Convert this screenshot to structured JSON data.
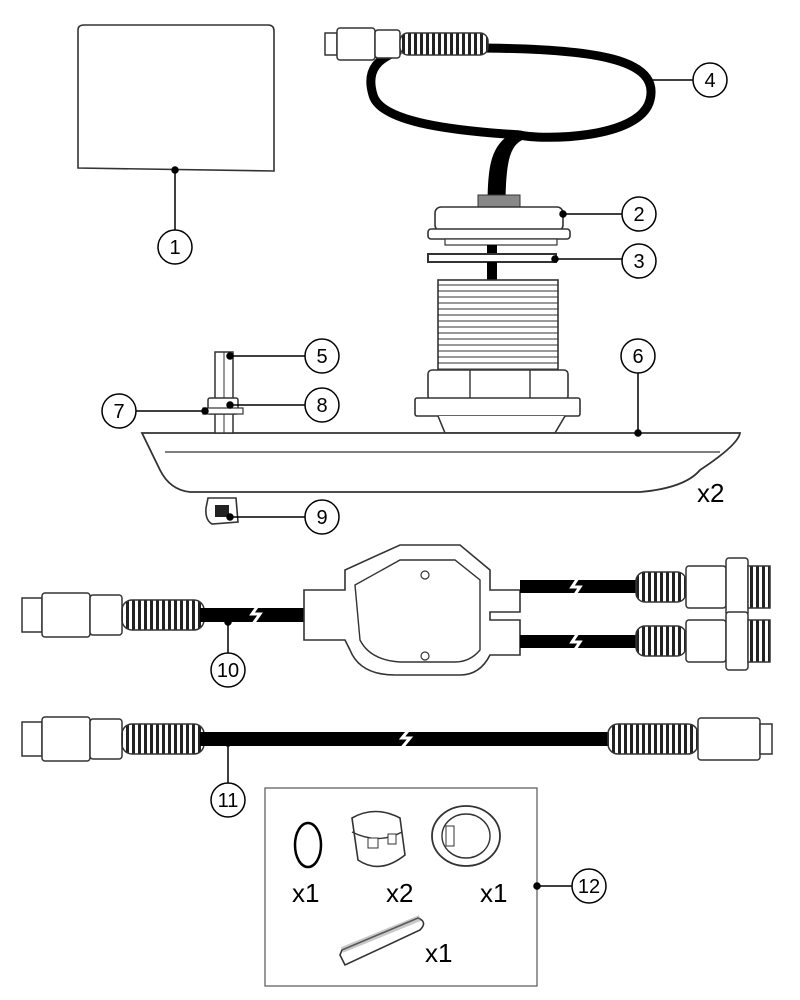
{
  "callouts": {
    "c1": "1",
    "c2": "2",
    "c3": "3",
    "c4": "4",
    "c5": "5",
    "c6": "6",
    "c7": "7",
    "c8": "8",
    "c9": "9",
    "c10": "10",
    "c11": "11",
    "c12": "12"
  },
  "quantities": {
    "transducer": "x2",
    "o_ring": "x1",
    "split_ring": "x2",
    "collar": "x1",
    "wedge": "x1"
  }
}
